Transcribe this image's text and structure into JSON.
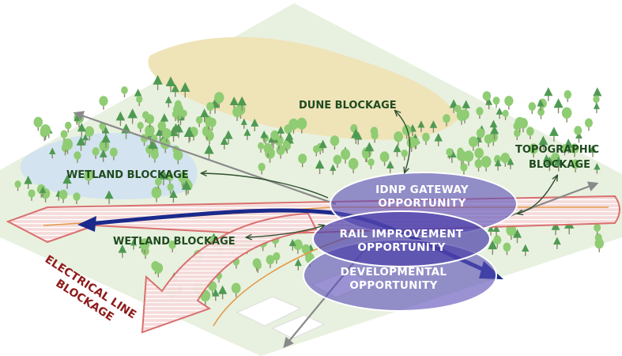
{
  "labels": {
    "dune": "DUNE BLOCKAGE",
    "topographic_line1": "TOPOGRAPHIC",
    "topographic_line2": "BLOCKAGE",
    "wetland_upper": "WETLAND BLOCKAGE",
    "wetland_lower": "WETLAND BLOCKAGE",
    "electrical_line1": "ELECTRICAL LINE",
    "electrical_line2": "BLOCKAGE"
  },
  "opportunities": [
    {
      "line1": "IDNP GATEWAY",
      "line2": "OPPORTUNITY"
    },
    {
      "line1": "RAIL IMPROVEMENT",
      "line2": "OPPORTUNITY"
    },
    {
      "line1": "DEVELOPMENTAL",
      "line2": "OPPORTUNITY"
    }
  ],
  "colors": {
    "ground": "#e8f1df",
    "dune": "#efe3b8",
    "wetland": "#cfe0f2",
    "tree": "#8fcc73",
    "tree_dark": "#4f9a53",
    "electrical_corridor": "#f2b5b5",
    "electrical_outline": "#d96a6a",
    "rail_arrow": "#1a2a8c",
    "opportunity_fill": "#5c4fb8",
    "label_green": "#1f4a1f",
    "label_red": "#8e1b1b",
    "orange_line": "#e39a4a",
    "grey_arrow": "#8a8a8a"
  }
}
